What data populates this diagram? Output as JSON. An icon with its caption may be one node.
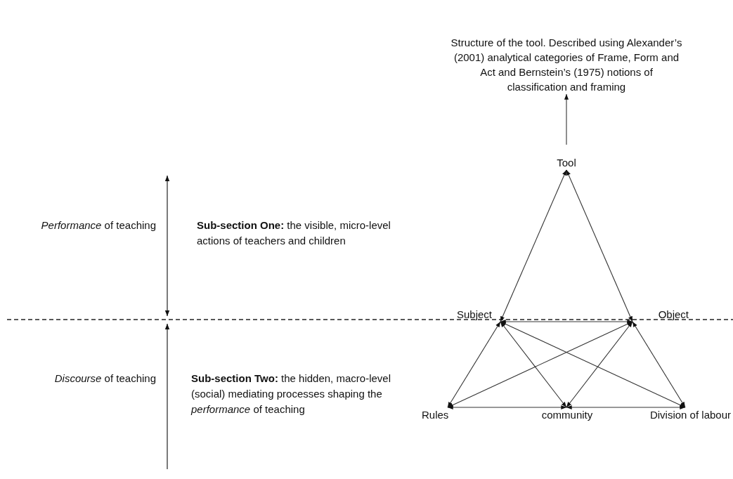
{
  "diagram": {
    "nodes": [
      {
        "text": [
          "Structure of the tool. Described using Alexander’s (2001) analytical categories of Frame, Form and Act and Bernstein’s (1975) notions of classification and framing"
        ]
      },
      {
        "text": [
          "Tool"
        ]
      },
      {
        "text": [
          "Subject"
        ]
      },
      {
        "text": [
          "Object"
        ]
      },
      {
        "text": [
          "Rules"
        ]
      },
      {
        "text": [
          "community"
        ]
      },
      {
        "text": [
          "Division of labour"
        ]
      }
    ],
    "edges": [
      {
        "from": 1,
        "to": 0,
        "arrow": "to"
      },
      {
        "from": 1,
        "to": 2,
        "arrow": "both"
      },
      {
        "from": 1,
        "to": 3,
        "arrow": "both"
      },
      {
        "from": 2,
        "to": 3,
        "arrow": "both"
      },
      {
        "from": 2,
        "to": 4,
        "arrow": "both"
      },
      {
        "from": 2,
        "to": 5,
        "arrow": "both"
      },
      {
        "from": 2,
        "to": 6,
        "arrow": "both"
      },
      {
        "from": 3,
        "to": 4,
        "arrow": "both"
      },
      {
        "from": 3,
        "to": 5,
        "arrow": "both"
      },
      {
        "from": 3,
        "to": 6,
        "arrow": "both"
      },
      {
        "from": 4,
        "to": 5,
        "arrow": "both"
      },
      {
        "from": 5,
        "to": 6,
        "arrow": "both"
      }
    ],
    "labels": [
      "*Performance* of teaching",
      "**Sub-section One:** the visible, micro-level actions of teachers and children",
      "*Discourse* of teaching",
      "**Sub-section Two:** the hidden, macro-level (social) mediating processes shaping the *performance* of teaching"
    ]
  }
}
